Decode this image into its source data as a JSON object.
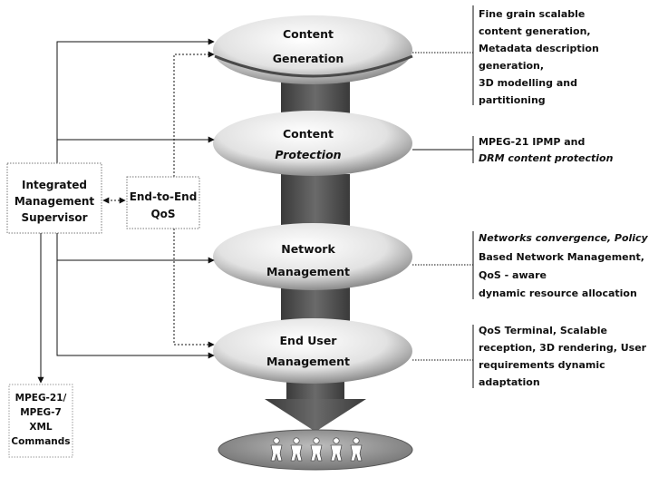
{
  "ellipses": {
    "content_generation": [
      "Content",
      "Generation"
    ],
    "content_protection": [
      "Content",
      "Protection"
    ],
    "network_management": [
      "Network",
      "Management"
    ],
    "end_user_management": [
      "End User",
      "Management"
    ]
  },
  "boxes": {
    "supervisor": [
      "Integrated",
      "Management",
      "Supervisor"
    ],
    "qos": [
      "End-to-End",
      "QoS"
    ],
    "commands": [
      "MPEG-21/",
      "MPEG-7",
      "XML",
      "Commands"
    ]
  },
  "annotations": {
    "generation": [
      "Fine grain scalable",
      "content generation,",
      "Metadata description",
      "generation,",
      "3D modelling and",
      "partitioning"
    ],
    "protection": [
      "MPEG-21 IPMP and",
      "DRM content protection"
    ],
    "network": [
      "Networks convergence, Policy",
      "Based Network Management,",
      "QoS - aware",
      "dynamic resource allocation"
    ],
    "enduser": [
      "QoS Terminal, Scalable",
      "reception, 3D rendering, User",
      "requirements dynamic",
      "adaptation"
    ]
  },
  "colors": {
    "ellipse_fill": "#d8d8d8",
    "ellipse_dark": "#5a5a5a",
    "column": "#4a4a4a",
    "users_fill": "#8c8c8c"
  },
  "icons": [
    "users-icon"
  ]
}
